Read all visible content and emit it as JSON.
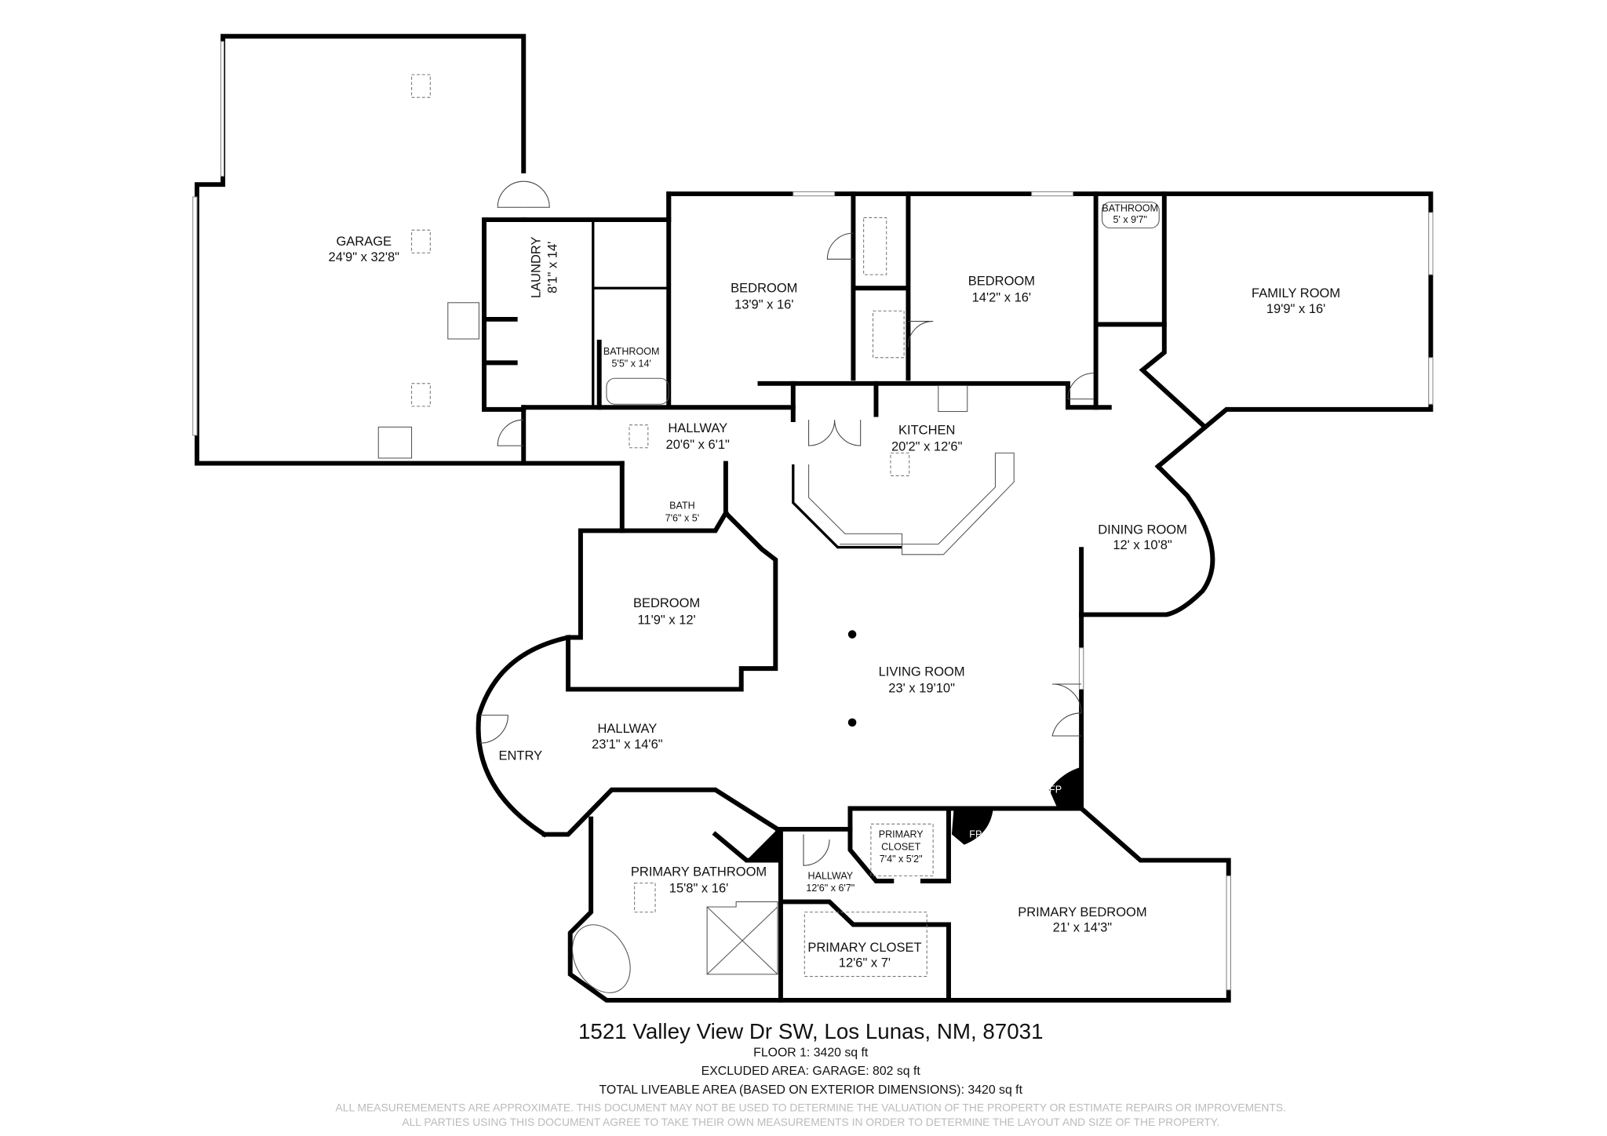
{
  "rooms": [
    {
      "name": "GARAGE",
      "dims": "24'9\" x 32'8\""
    },
    {
      "name": "LAUNDRY",
      "dims": "8'1\" x 14'"
    },
    {
      "name": "BATHROOM",
      "dims": "5'5\" x 14'"
    },
    {
      "name": "BEDROOM",
      "dims": "13'9\" x 16'"
    },
    {
      "name": "BEDROOM",
      "dims": "14'2\" x 16'"
    },
    {
      "name": "BATHROOM",
      "dims": "5' x 9'7\""
    },
    {
      "name": "FAMILY ROOM",
      "dims": "19'9\" x 16'"
    },
    {
      "name": "HALLWAY",
      "dims": "20'6\" x 6'1\""
    },
    {
      "name": "KITCHEN",
      "dims": "20'2\" x 12'6\""
    },
    {
      "name": "BATH",
      "dims": "7'6\" x 5'"
    },
    {
      "name": "DINING ROOM",
      "dims": "12' x 10'8\""
    },
    {
      "name": "BEDROOM",
      "dims": "11'9\" x 12'"
    },
    {
      "name": "LIVING ROOM",
      "dims": "23' x 19'10\""
    },
    {
      "name": "HALLWAY",
      "dims": "23'1\" x 14'6\""
    },
    {
      "name": "ENTRY",
      "dims": ""
    },
    {
      "name": "PRIMARY CLOSET",
      "dims": "7'4\" x 5'2\""
    },
    {
      "name": "PRIMARY BATHROOM",
      "dims": "15'8\" x 16'"
    },
    {
      "name": "HALLWAY",
      "dims": "12'6\" x 6'7\""
    },
    {
      "name": "PRIMARY CLOSET",
      "dims": "12'6\" x 7'"
    },
    {
      "name": "PRIMARY BEDROOM",
      "dims": "21' x 14'3\""
    }
  ],
  "fireplace_label": "FP",
  "footer": {
    "address": "1521 Valley View Dr SW, Los Lunas, NM, 87031",
    "floor": "FLOOR 1: 3420 sq ft",
    "excluded": "EXCLUDED AREA: GARAGE: 802 sq ft",
    "total": "TOTAL LIVEABLE AREA (BASED ON EXTERIOR DIMENSIONS): 3420 sq ft",
    "disclaimer_1": "ALL MEASUREMEMENTS ARE APPROXIMATE. THIS DOCUMENT MAY NOT BE USED TO DETERMINE THE VALUATION OF THE PROPERTY OR ESTIMATE REPAIRS OR IMPROVEMENTS.",
    "disclaimer_2": "ALL PARTIES USING THIS DOCUMENT AGREE TO TAKE THEIR OWN MEASUREMENTS IN ORDER TO DETERMINE THE LAYOUT AND SIZE OF THE PROPERTY."
  },
  "colors": {
    "walls": "#000000",
    "disclaimer": "#bbbbbb"
  }
}
